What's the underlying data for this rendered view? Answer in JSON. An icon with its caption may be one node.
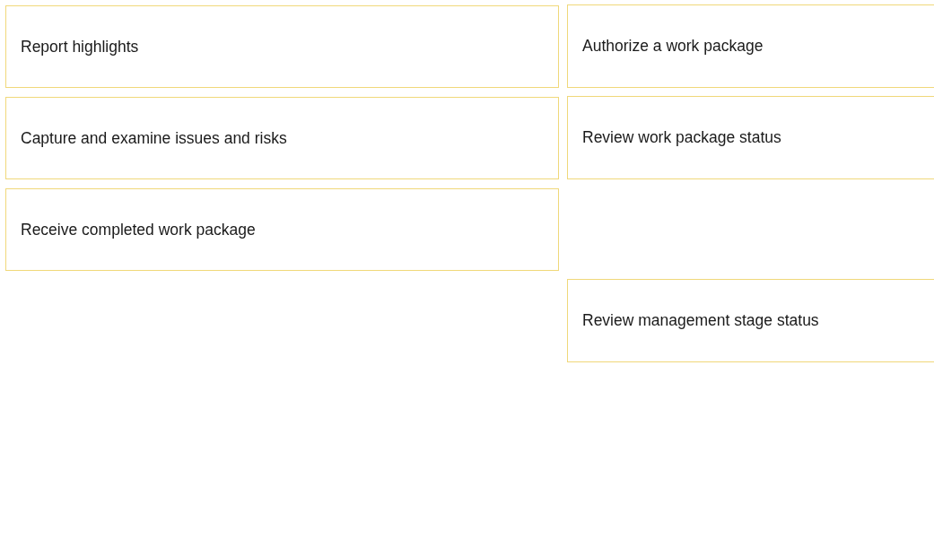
{
  "diagram": {
    "nodes": [
      {
        "text": [
          "Report highlights"
        ]
      },
      {
        "text": [
          "Authorize a work package"
        ]
      },
      {
        "text": [
          "Capture and examine issues and risks"
        ]
      },
      {
        "text": [
          "Review work package status"
        ]
      },
      {
        "text": [
          "Receive completed work package"
        ]
      },
      {
        "text": [
          "Review management stage status"
        ]
      }
    ]
  }
}
